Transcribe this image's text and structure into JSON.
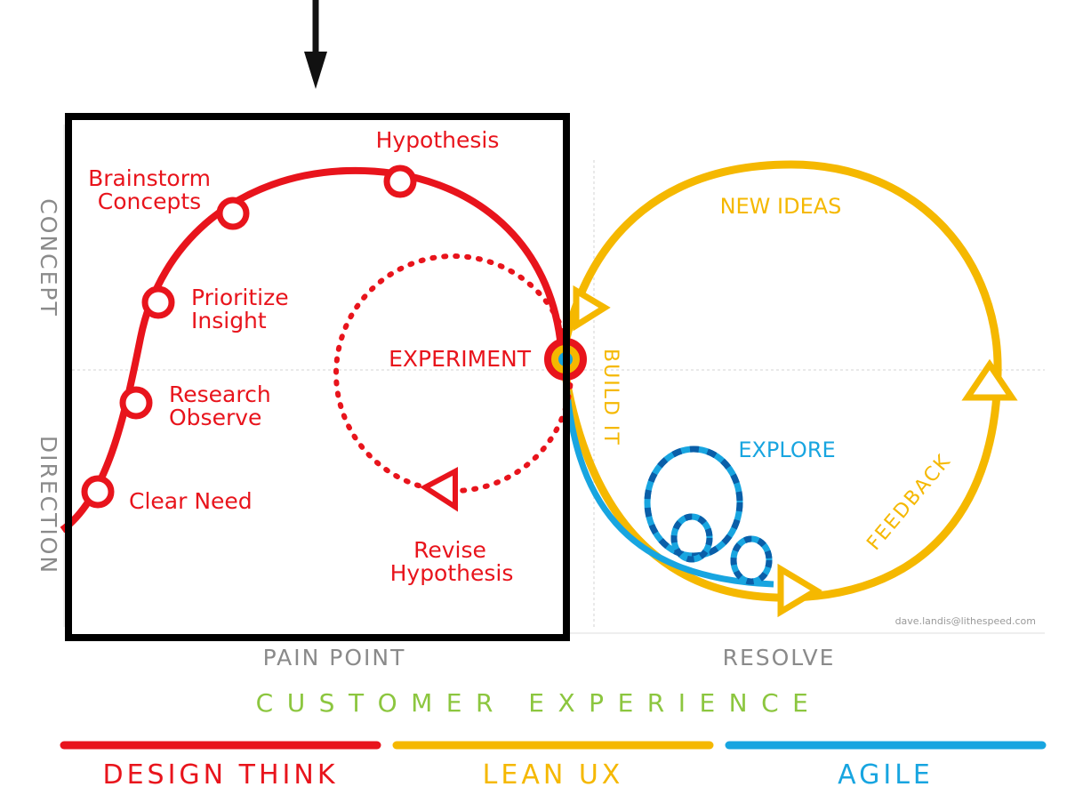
{
  "axes": {
    "concept": "CONCEPT",
    "direction": "DIRECTION",
    "pain_point": "PAIN POINT",
    "resolve": "RESOLVE"
  },
  "design_think_steps": {
    "clear_need": "Clear Need",
    "research_line1": "Research",
    "research_line2": "Observe",
    "prioritize_line1": "Prioritize",
    "prioritize_line2": "Insight",
    "brainstorm_line1": "Brainstorm",
    "brainstorm_line2": "Concepts",
    "hypothesis": "Hypothesis",
    "experiment": "EXPERIMENT",
    "revise_line1": "Revise",
    "revise_line2": "Hypothesis"
  },
  "lean_loop": {
    "new_ideas": "NEW IDEAS",
    "build_it": "BUILD IT",
    "feedback": "FEEDBACK"
  },
  "agile_loop": {
    "explore": "EXPLORE"
  },
  "credit": "dave.landis@lithespeed.com",
  "customer_experience": "CUSTOMER EXPERIENCE",
  "bands": {
    "design_think": "DESIGN THINK",
    "lean_ux": "LEAN UX",
    "agile": "AGILE"
  },
  "colors": {
    "design_think": "#e8141c",
    "lean_ux": "#f5b800",
    "agile": "#18a5e0",
    "customer_experience": "#8cc63f",
    "axis_text": "#8a8a8a",
    "frame": "#000000"
  }
}
